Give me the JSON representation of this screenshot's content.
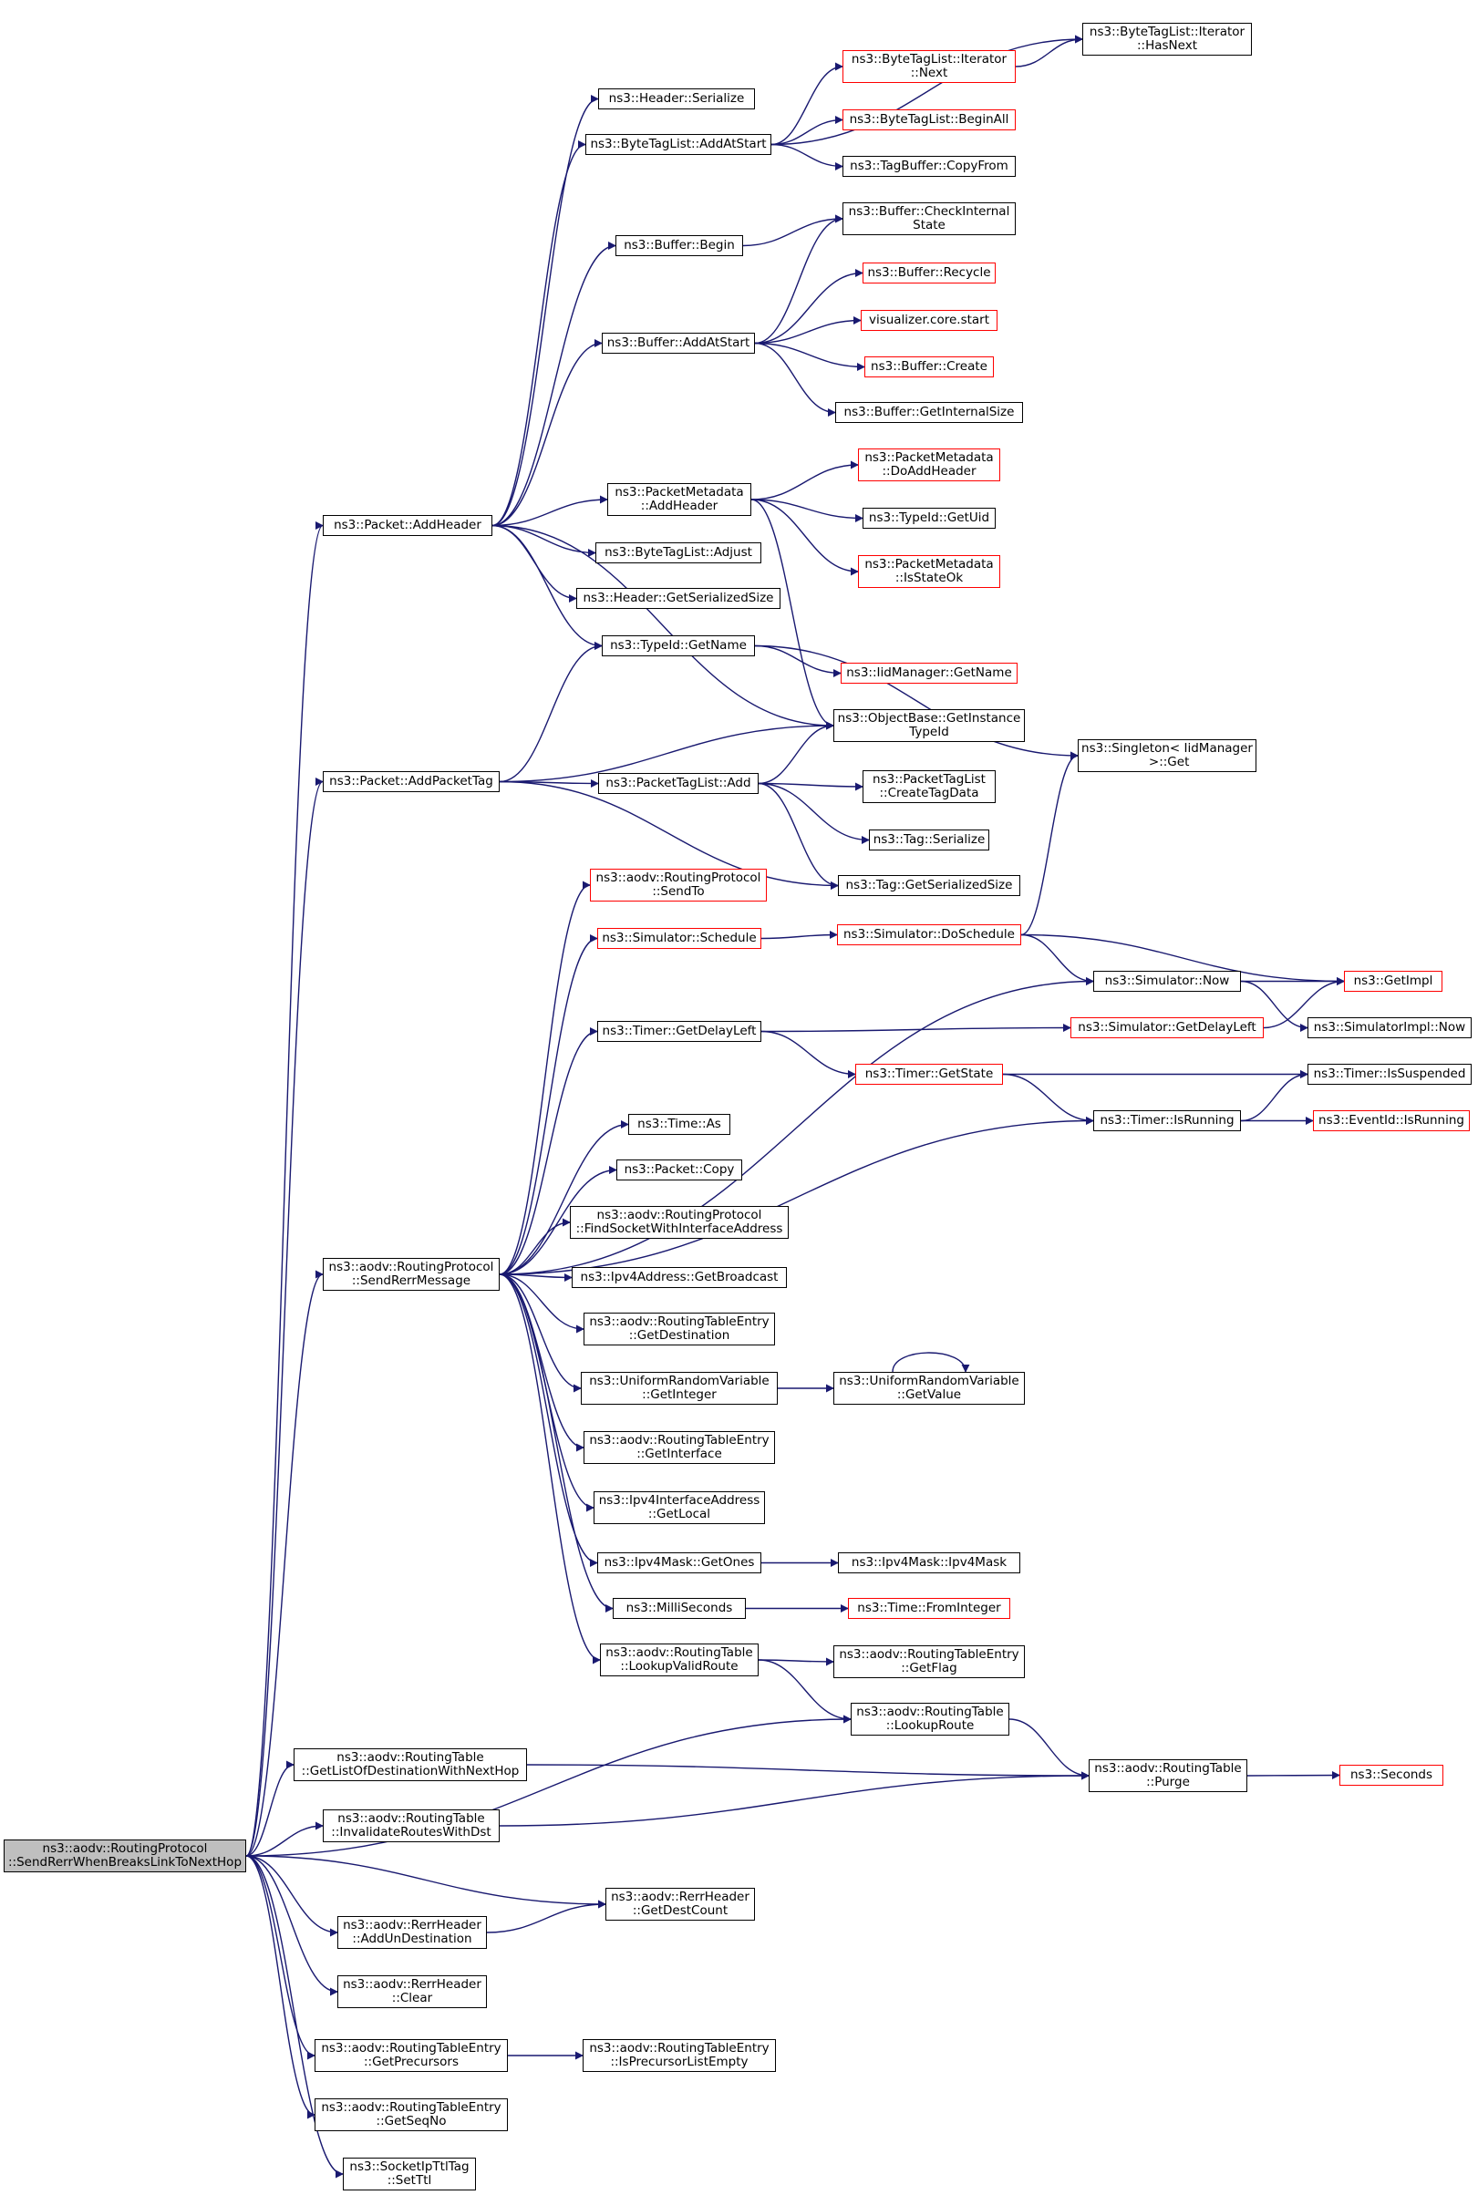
{
  "colors": {
    "edge": "#191970",
    "normal_border": "#000000",
    "truncated_border": "#ff0000",
    "root_fill": "#bfbfbf"
  },
  "nodes": {
    "root": {
      "label": "ns3::aodv::RoutingProtocol\n::SendRerrWhenBreaksLinkToNextHop"
    },
    "pkt_addheader": {
      "label": "ns3::Packet::AddHeader"
    },
    "pkt_addpackettag": {
      "label": "ns3::Packet::AddPacketTag"
    },
    "send_rerr_msg": {
      "label": "ns3::aodv::RoutingProtocol\n::SendRerrMessage"
    },
    "rt_getlistdest": {
      "label": "ns3::aodv::RoutingTable\n::GetListOfDestinationWithNextHop"
    },
    "rt_invalidate": {
      "label": "ns3::aodv::RoutingTable\n::InvalidateRoutesWithDst"
    },
    "rerr_addun": {
      "label": "ns3::aodv::RerrHeader\n::AddUnDestination"
    },
    "rerr_clear": {
      "label": "ns3::aodv::RerrHeader\n::Clear"
    },
    "rte_getprecursors": {
      "label": "ns3::aodv::RoutingTableEntry\n::GetPrecursors"
    },
    "rte_getseqno": {
      "label": "ns3::aodv::RoutingTableEntry\n::GetSeqNo"
    },
    "socketipttl_setttl": {
      "label": "ns3::SocketIpTtlTag\n::SetTtl"
    },
    "hdr_serialize": {
      "label": "ns3::Header::Serialize"
    },
    "btl_addatstart": {
      "label": "ns3::ByteTagList::AddAtStart"
    },
    "buf_begin": {
      "label": "ns3::Buffer::Begin"
    },
    "buf_addatstart": {
      "label": "ns3::Buffer::AddAtStart"
    },
    "pm_addheader": {
      "label": "ns3::PacketMetadata\n::AddHeader"
    },
    "btl_adjust": {
      "label": "ns3::ByteTagList::Adjust"
    },
    "hdr_getsersize": {
      "label": "ns3::Header::GetSerializedSize"
    },
    "typeid_getname": {
      "label": "ns3::TypeId::GetName"
    },
    "ptl_add": {
      "label": "ns3::PacketTagList::Add"
    },
    "aodv_sendto": {
      "label": "ns3::aodv::RoutingProtocol\n::SendTo"
    },
    "sim_schedule": {
      "label": "ns3::Simulator::Schedule"
    },
    "timer_getdelayleft": {
      "label": "ns3::Timer::GetDelayLeft"
    },
    "time_as": {
      "label": "ns3::Time::As"
    },
    "pkt_copy": {
      "label": "ns3::Packet::Copy"
    },
    "aodv_findsocket": {
      "label": "ns3::aodv::RoutingProtocol\n::FindSocketWithInterfaceAddress"
    },
    "ipv4_getbroadcast": {
      "label": "ns3::Ipv4Address::GetBroadcast"
    },
    "rte_getdest": {
      "label": "ns3::aodv::RoutingTableEntry\n::GetDestination"
    },
    "urv_getinteger": {
      "label": "ns3::UniformRandomVariable\n::GetInteger"
    },
    "rte_getinterface": {
      "label": "ns3::aodv::RoutingTableEntry\n::GetInterface"
    },
    "ipv4if_getlocal": {
      "label": "ns3::Ipv4InterfaceAddress\n::GetLocal"
    },
    "ipv4mask_getones": {
      "label": "ns3::Ipv4Mask::GetOnes"
    },
    "milliseconds": {
      "label": "ns3::MilliSeconds"
    },
    "rt_lookupvalid": {
      "label": "ns3::aodv::RoutingTable\n::LookupValidRoute"
    },
    "rt_lookuproute": {
      "label": "ns3::aodv::RoutingTable\n::LookupRoute"
    },
    "rt_purge": {
      "label": "ns3::aodv::RoutingTable\n::Purge"
    },
    "rerr_getdestcount": {
      "label": "ns3::aodv::RerrHeader\n::GetDestCount"
    },
    "rte_isprecursorempty": {
      "label": "ns3::aodv::RoutingTableEntry\n::IsPrecursorListEmpty"
    },
    "btl_iter_next": {
      "label": "ns3::ByteTagList::Iterator\n::Next"
    },
    "btl_beginall": {
      "label": "ns3::ByteTagList::BeginAll"
    },
    "tagbuf_copyfrom": {
      "label": "ns3::TagBuffer::CopyFrom"
    },
    "buf_checkinternal": {
      "label": "ns3::Buffer::CheckInternal\nState"
    },
    "buf_recycle": {
      "label": "ns3::Buffer::Recycle"
    },
    "vis_core_start": {
      "label": "visualizer.core.start"
    },
    "buf_create": {
      "label": "ns3::Buffer::Create"
    },
    "buf_getinternalsize": {
      "label": "ns3::Buffer::GetInternalSize"
    },
    "pm_doaddheader": {
      "label": "ns3::PacketMetadata\n::DoAddHeader"
    },
    "typeid_getuid": {
      "label": "ns3::TypeId::GetUid"
    },
    "pm_isstateok": {
      "label": "ns3::PacketMetadata\n::IsStateOk"
    },
    "iid_getname": {
      "label": "ns3::IidManager::GetName"
    },
    "objbase_getinstance": {
      "label": "ns3::ObjectBase::GetInstance\nTypeId"
    },
    "ptl_createtagdata": {
      "label": "ns3::PacketTagList\n::CreateTagData"
    },
    "tag_serialize": {
      "label": "ns3::Tag::Serialize"
    },
    "tag_getsersize": {
      "label": "ns3::Tag::GetSerializedSize"
    },
    "sim_doschedule": {
      "label": "ns3::Simulator::DoSchedule"
    },
    "sim_now": {
      "label": "ns3::Simulator::Now"
    },
    "sim_getdelayleft": {
      "label": "ns3::Simulator::GetDelayLeft"
    },
    "timer_getstate": {
      "label": "ns3::Timer::GetState"
    },
    "timer_isrunning": {
      "label": "ns3::Timer::IsRunning"
    },
    "urv_getvalue": {
      "label": "ns3::UniformRandomVariable\n::GetValue"
    },
    "ipv4mask_ipv4mask": {
      "label": "ns3::Ipv4Mask::Ipv4Mask"
    },
    "time_frominteger": {
      "label": "ns3::Time::FromInteger"
    },
    "rte_getflag": {
      "label": "ns3::aodv::RoutingTableEntry\n::GetFlag"
    },
    "seconds": {
      "label": "ns3::Seconds"
    },
    "btl_iter_hasnext": {
      "label": "ns3::ByteTagList::Iterator\n::HasNext"
    },
    "singleton_get": {
      "label": "ns3::Singleton< IidManager\n >::Get"
    },
    "getimpl": {
      "label": "ns3::GetImpl"
    },
    "simimpl_now": {
      "label": "ns3::SimulatorImpl::Now"
    },
    "timer_issuspended": {
      "label": "ns3::Timer::IsSuspended"
    },
    "eventid_isrunning": {
      "label": "ns3::EventId::IsRunning"
    }
  }
}
